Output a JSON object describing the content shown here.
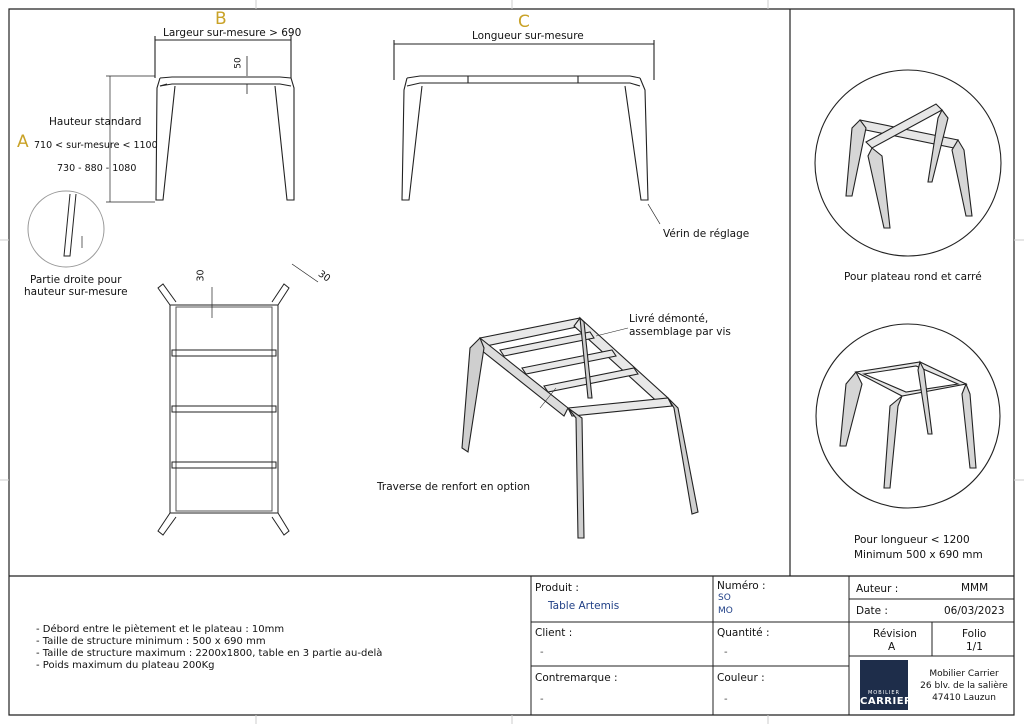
{
  "views": {
    "b": {
      "letter": "B",
      "title": "Largeur sur-mesure > 690",
      "dim": "50"
    },
    "c": {
      "letter": "C",
      "title": "Longueur sur-mesure",
      "note": "Vérin de réglage"
    },
    "a": {
      "letter": "A",
      "line1": "Hauteur standard",
      "line2": "710 < sur-mesure < 1100",
      "line3": "730 - 880 - 1080"
    },
    "detail": {
      "line1": "Partie droite pour",
      "line2": "hauteur sur-mesure"
    },
    "top_view": {
      "dim1": "30",
      "dim2": "30"
    },
    "iso": {
      "note1_line1": "Livré démonté,",
      "note1_line2": "assemblage par vis",
      "note2": "Traverse de renfort en option"
    },
    "round": {
      "caption": "Pour plateau rond et carré"
    },
    "small": {
      "caption_line1": "Pour longueur < 1200",
      "caption_line2": "Minimum 500 x 690 mm"
    }
  },
  "notes": [
    "- Débord entre le piètement et le plateau : 10mm",
    "- Taille de structure minimum  : 500 x 690 mm",
    "- Taille de structure maximum : 2200x1800, table en 3 partie au-delà",
    "- Poids maximum du plateau 200Kg"
  ],
  "title_block": {
    "produit_label": "Produit :",
    "produit_value": "Table Artemis",
    "numero_label": "Numéro :",
    "numero_so": "SO",
    "numero_mo": "MO",
    "client_label": "Client :",
    "client_value": "-",
    "quantite_label": "Quantité :",
    "quantite_value": "-",
    "contremarque_label": "Contremarque :",
    "contremarque_value": "-",
    "couleur_label": "Couleur :",
    "couleur_value": "-",
    "auteur_label": "Auteur :",
    "auteur_value": "MMM",
    "date_label": "Date :",
    "date_value": "06/03/2023",
    "revision_label": "Révision",
    "revision_value": "A",
    "folio_label": "Folio",
    "folio_value": "1/1",
    "logo_small": "MOBILIER",
    "logo_big": "CARRIER",
    "company_line1": "Mobilier Carrier",
    "company_line2": "26 blv. de la salière",
    "company_line3": "47410 Lauzun"
  }
}
